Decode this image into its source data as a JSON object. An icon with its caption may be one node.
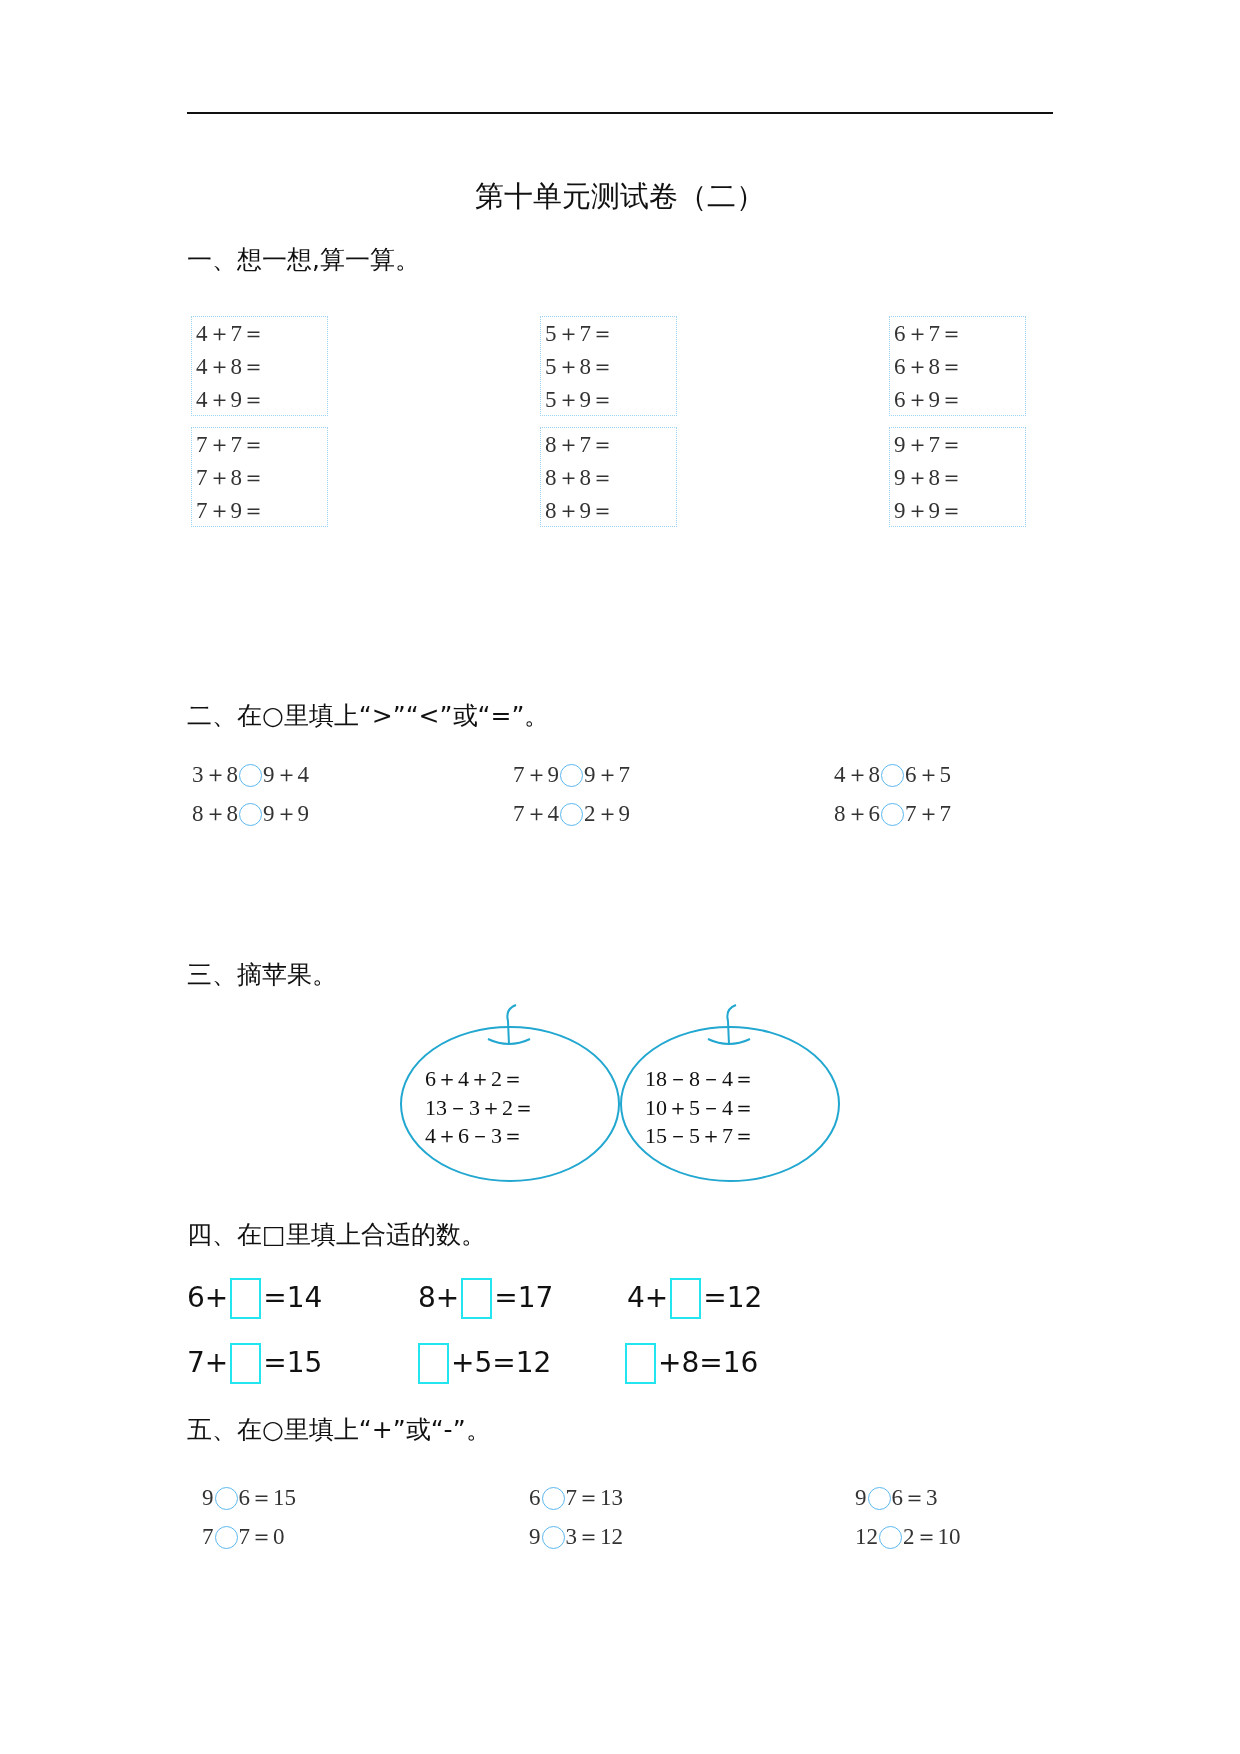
{
  "diagram": {
    "title": "第十单元测试卷（二）",
    "nodes": [
      {
        "text": [
          "4＋7＝",
          "4＋8＝",
          "4＋9＝"
        ]
      },
      {
        "text": [
          "5＋7＝",
          "5＋8＝",
          "5＋9＝"
        ]
      },
      {
        "text": [
          "6＋7＝",
          "6＋8＝",
          "6＋9＝"
        ]
      },
      {
        "text": [
          "7＋7＝",
          "7＋8＝",
          "7＋9＝"
        ]
      },
      {
        "text": [
          "8＋7＝",
          "8＋8＝",
          "8＋9＝"
        ]
      },
      {
        "text": [
          "9＋7＝",
          "9＋8＝",
          "9＋9＝"
        ]
      },
      {
        "text": [
          "6＋4＋2＝",
          "13－3＋2＝",
          "4＋6－3＝"
        ]
      },
      {
        "text": [
          "18－8－4＝",
          "10＋5－4＝",
          "15－5＋7＝"
        ]
      }
    ],
    "labels": [
      "一、想一想,算一算。",
      "二、在○里填上“>”“<”或“=”。",
      "3＋8",
      "9＋4",
      "7＋9",
      "9＋7",
      "4＋8",
      "6＋5",
      "8＋8",
      "9＋9",
      "7＋4",
      "2＋9",
      "8＋6",
      "7＋7",
      "三、摘苹果。",
      "四、在□里填上合适的数。",
      "6+",
      "=14",
      "8+",
      "=17",
      "4+",
      "=12",
      "7+",
      "=15",
      "+5=12",
      "+8=16",
      "五、在○里填上“+”或“-”。",
      "9",
      "6＝15",
      "6",
      "7＝13",
      "9",
      "6＝3",
      "7",
      "7＝0",
      "9",
      "3＝12",
      "12",
      "2＝10"
    ]
  }
}
